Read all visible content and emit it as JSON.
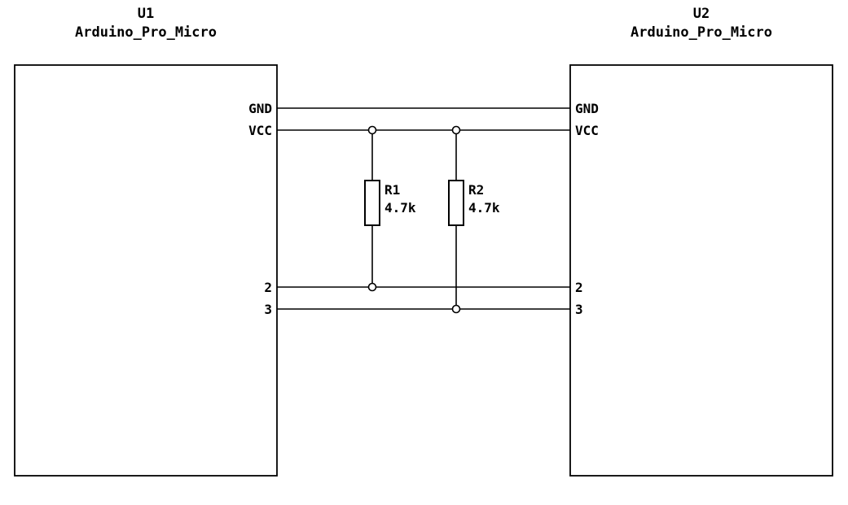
{
  "canvas": {
    "background": "#ffffff",
    "line_color": "#000000"
  },
  "schematic": {
    "u1": {
      "ref": "U1",
      "value": "Arduino_Pro_Micro",
      "pins": {
        "gnd": "GND",
        "vcc": "VCC",
        "p2": "2",
        "p3": "3"
      }
    },
    "u2": {
      "ref": "U2",
      "value": "Arduino_Pro_Micro",
      "pins": {
        "gnd": "GND",
        "vcc": "VCC",
        "p2": "2",
        "p3": "3"
      }
    },
    "r1": {
      "ref": "R1",
      "value": "4.7k"
    },
    "r2": {
      "ref": "R2",
      "value": "4.7k"
    }
  }
}
